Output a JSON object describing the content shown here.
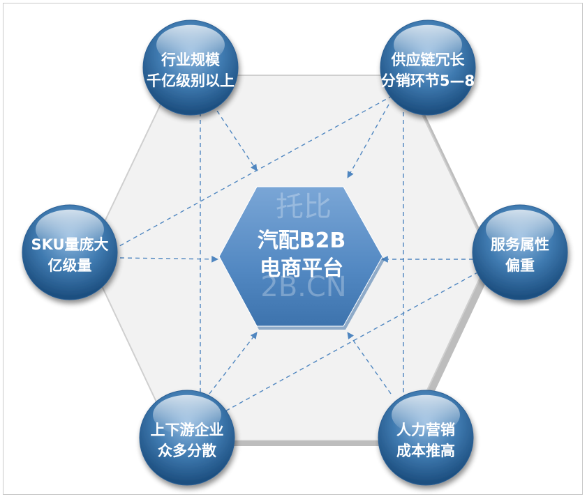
{
  "center": {
    "line1": "汽配B2B",
    "line2": "电商平台",
    "watermark_line1": "托比",
    "watermark_line2": "2B.CN"
  },
  "nodes": [
    {
      "id": "top-left",
      "line1": "行业规模",
      "line2": "千亿级别以上"
    },
    {
      "id": "top-right",
      "line1": "供应链冗长",
      "line2": "分销环节5—8"
    },
    {
      "id": "left",
      "line1": "SKU量庞大",
      "line2": "亿级量"
    },
    {
      "id": "right",
      "line1": "服务属性",
      "line2": "偏重"
    },
    {
      "id": "bottom-left",
      "line1": "上下游企业",
      "line2": "众多分散"
    },
    {
      "id": "bottom-right",
      "line1": "人力营销",
      "line2": "成本推高"
    }
  ],
  "colors": {
    "node_fill": "#3f7ab0",
    "center_fill": "#5d8fc4",
    "hexagon_fill": "#f2f2f2",
    "arrow": "#4f86c0"
  }
}
